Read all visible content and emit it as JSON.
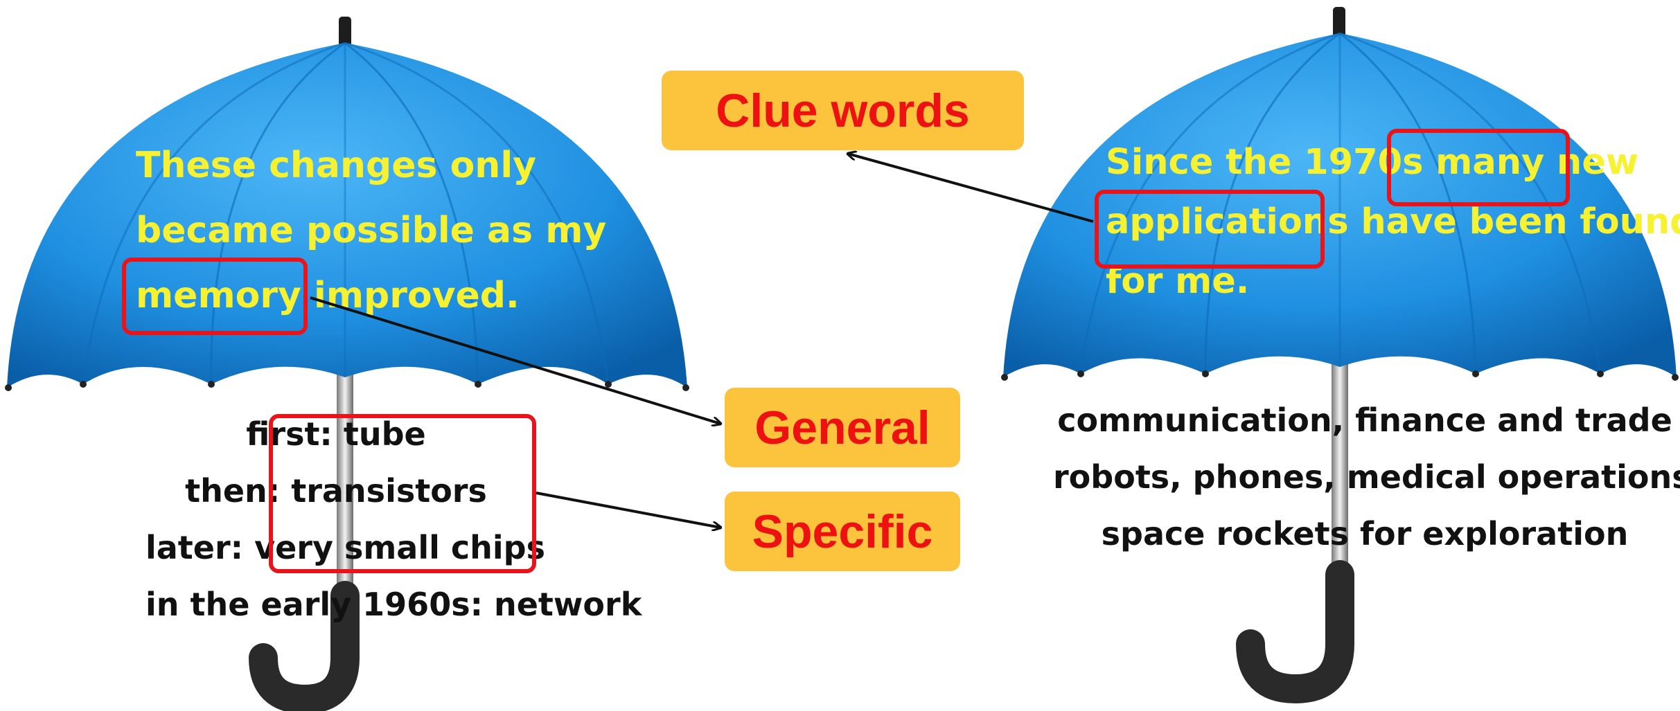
{
  "colors": {
    "canopy_light": "#3aaaf2",
    "canopy_dark": "#0a63b0",
    "canopy_text": "#f6f232",
    "label_bg": "#fcc43c",
    "label_text": "#ee1111",
    "highlight": "#e8141b",
    "handle": "#2a2a2a"
  },
  "labels": {
    "clue_words": "Clue words",
    "general": "General",
    "specific": "Specific"
  },
  "left_umbrella": {
    "canopy_lines": [
      "These changes only",
      "became possible as my",
      "memory improved."
    ],
    "below_lines": [
      "first: tube",
      "then: transistors",
      "later: very small chips",
      "in the early 1960s: network"
    ]
  },
  "right_umbrella": {
    "canopy_lines": [
      "Since the 1970s many new",
      "applications have been found",
      "for me."
    ],
    "below_lines": [
      "communication, finance and trade",
      "robots, phones, medical operations",
      "space rockets for exploration"
    ]
  }
}
